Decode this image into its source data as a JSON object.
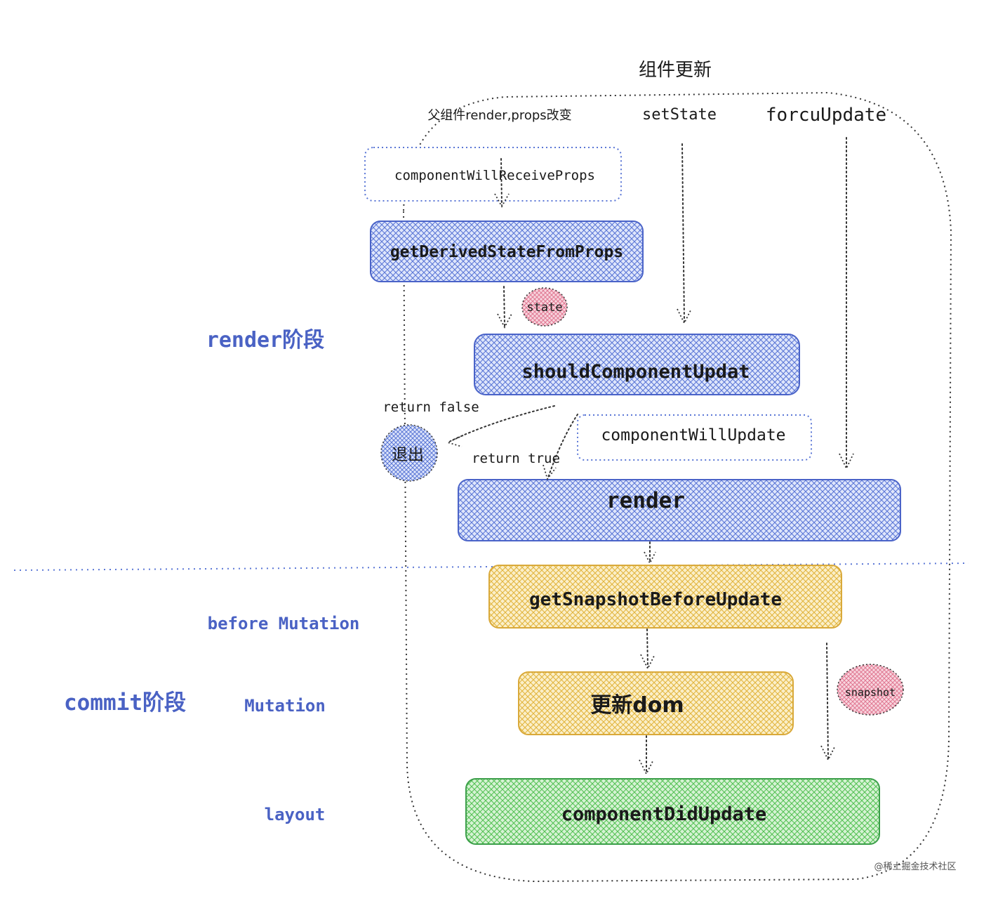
{
  "title": "组件更新",
  "triggers": {
    "parent": "父组件render,props改变",
    "setState": "setState",
    "force": "forcuUpdate"
  },
  "phases": {
    "render": "render阶段",
    "commit": "commit阶段",
    "before_mutation": "before Mutation",
    "mutation": "Mutation",
    "layout": "layout"
  },
  "nodes": {
    "cwrp": "componentWillReceiveProps",
    "gdsfp": "getDerivedStateFromProps",
    "scu": "shouldComponentUpdat",
    "cwu": "componentWillUpdate",
    "render": "render",
    "gsbu": "getSnapshotBeforeUpdate",
    "update_dom": "更新dom",
    "cdu": "componentDidUpdate"
  },
  "badges": {
    "state": "state",
    "exit": "退出",
    "snapshot": "snapshot"
  },
  "edges": {
    "return_false": "return false",
    "return_true": "return true"
  },
  "watermark": "@稀土掘金技术社区",
  "colors": {
    "blue_fill": "#5b77d6",
    "blue_stroke": "#4a63c8",
    "yellow_fill": "#f2c94c",
    "yellow_stroke": "#d9a93a",
    "green_fill": "#5cc95c",
    "green_stroke": "#3c9f4a",
    "pink_fill": "#e8819a",
    "label_blue": "#4a62c4"
  }
}
